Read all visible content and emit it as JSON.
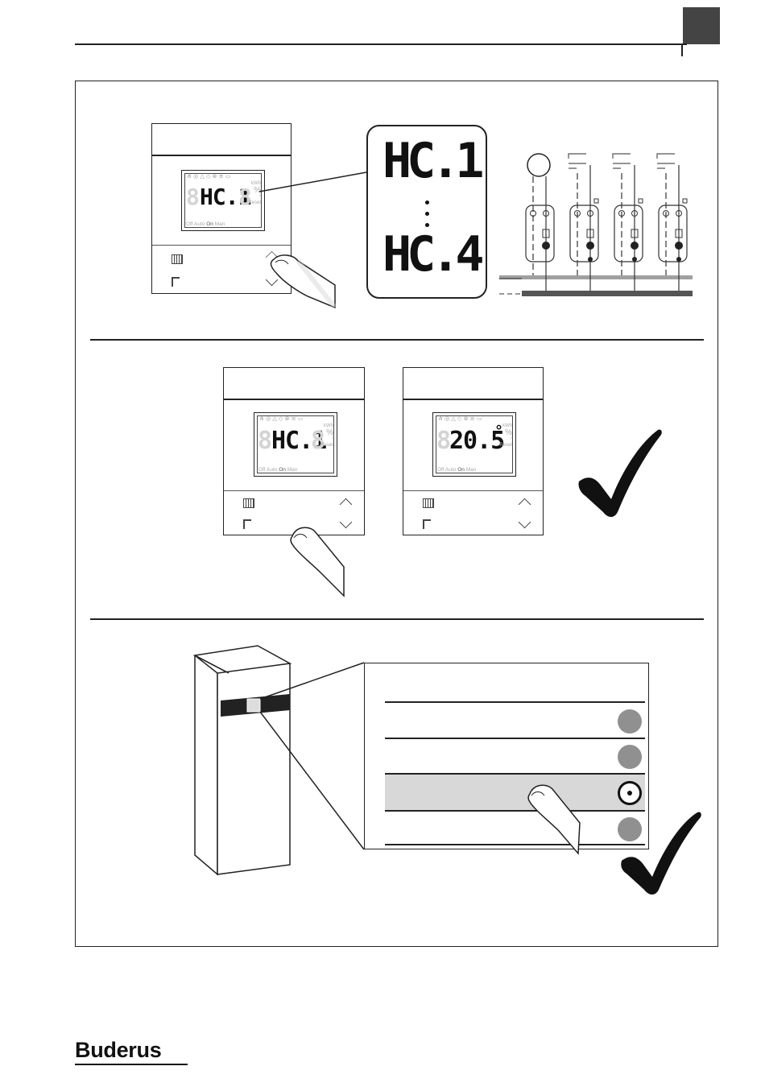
{
  "brand": {
    "logo_text": "Buderus"
  },
  "colors": {
    "ink": "#111111",
    "tab_marker": "#444444",
    "pipe_light": "#a0a0a0",
    "pipe_dark": "#555555",
    "menu_highlight": "#d8d8d8",
    "radio_grey": "#909090"
  },
  "step1": {
    "display": {
      "ghost_digit": "8",
      "text": "HC.1",
      "ghost_tail": "8",
      "icons": "⋔ ◎ △ ◇ ⊛ ≡ ▭",
      "side_labels": [
        "kWh",
        "%",
        "°",
        "Reset"
      ],
      "modes": [
        "Off",
        "Auto",
        "On",
        "Man"
      ]
    },
    "zoom": {
      "first": "HC.1",
      "last": "HC.4",
      "ghost_digit": "8"
    },
    "buttons": {
      "heating_icon": "radiator-icon",
      "dhw_icon": "tap-icon",
      "up_icon": "chevron-up-icon",
      "down_icon": "chevron-down-icon"
    }
  },
  "step2": {
    "display_left": {
      "ghost_digit": "8",
      "text": "HC.1",
      "ghost_tail": "8",
      "icons": "⋔ ◎ △ ◇ ⊛ ≡ ▭",
      "side_labels": [
        "kWh",
        "%",
        "°",
        "Reset"
      ],
      "modes": [
        "Off",
        "Auto",
        "On",
        "Man"
      ]
    },
    "display_right": {
      "ghost_digit": "8",
      "text": "20.5",
      "unit": "°",
      "icons": "⋔ ◎ △ ◇ ⊛ ≡ ▭",
      "side_labels": [
        "kWh",
        "%",
        "°",
        "Reset"
      ],
      "modes": [
        "Off",
        "Auto",
        "On",
        "Man"
      ]
    },
    "confirm_icon": "checkmark-icon"
  },
  "step3": {
    "menu_options": [
      {
        "selected": false
      },
      {
        "selected": false
      },
      {
        "selected": true
      },
      {
        "selected": false
      }
    ],
    "confirm_icon": "checkmark-icon"
  }
}
